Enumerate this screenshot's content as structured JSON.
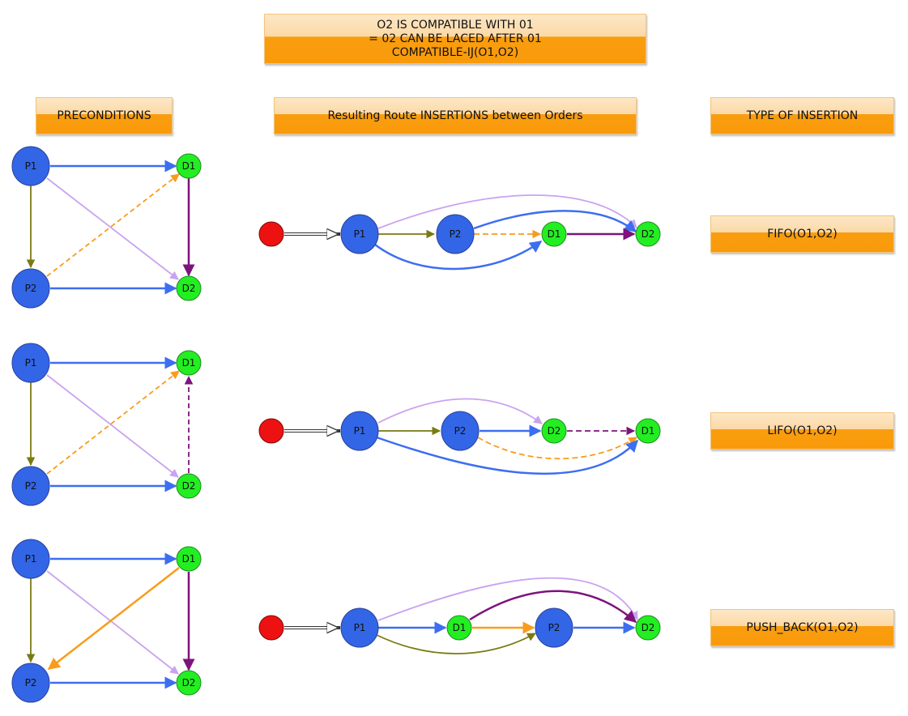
{
  "title": {
    "line1": "O2 IS COMPATIBLE WITH 01",
    "line2": "= 02 CAN BE LACED AFTER 01",
    "line3": "COMPATIBLE-IJ(O1,O2)"
  },
  "headers": {
    "preconditions": "PRECONDITIONS",
    "insertions": "Resulting Route INSERTIONS between Orders",
    "type": "TYPE OF INSERTION"
  },
  "insertion_types": [
    "FIFO(O1,O2)",
    "LIFO(O1,O2)",
    "PUSH_BACK(O1,O2)"
  ],
  "node_labels": {
    "p1": "P1",
    "p2": "P2",
    "d1": "D1",
    "d2": "D2"
  },
  "colors": {
    "blue_edge": "#3d6ef0",
    "lavender_edge": "#c9a3f0",
    "olive_edge": "#7a7a12",
    "orange_edge": "#f89c1c",
    "purple_edge": "#7d137d",
    "pickup_node": "#3266e6",
    "delivery_node": "#22ee22",
    "start_node": "#ee1111"
  }
}
